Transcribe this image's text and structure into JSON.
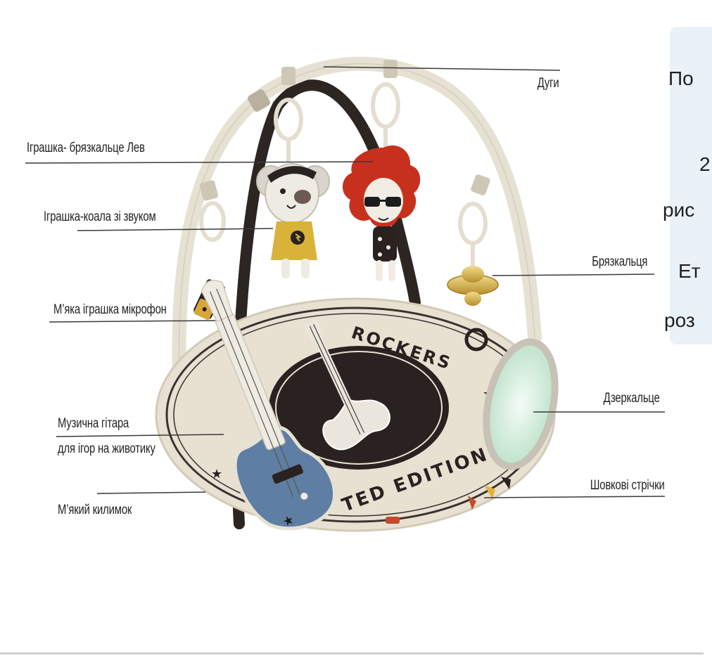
{
  "labels": {
    "arches": "Дуги",
    "lion_rattle": "Іграшка- брязкальце Лев",
    "koala": "Іграшка-коала зі звуком",
    "microphone": "М’яка іграшка мікрофон",
    "guitar_line1": "Музична гітара",
    "guitar_line2": "для ігор на животику",
    "mat": "М’який килимок",
    "rattles": "Брязкальця",
    "mirror": "Дзеркальце",
    "ribbons": "Шовкові стрічки"
  },
  "mat_print": {
    "top_text": "ROCKERS",
    "bottom_text": "TED EDITION"
  },
  "side_panel": {
    "line1": "По",
    "line2": "2",
    "line3": "рис",
    "line4": "Ет",
    "line5": "роз"
  },
  "colors": {
    "arch": "#e8e3d6",
    "dark_arch": "#2c2522",
    "mat": "#ece6d8",
    "mat_border": "#3a3230",
    "guitar": "#5e7fa3",
    "lion": "#c8301e",
    "koala_shirt": "#d9b23a",
    "gold": "#d8b653",
    "mirror": "#d7efe0",
    "side_panel": "#e9f2f9"
  }
}
